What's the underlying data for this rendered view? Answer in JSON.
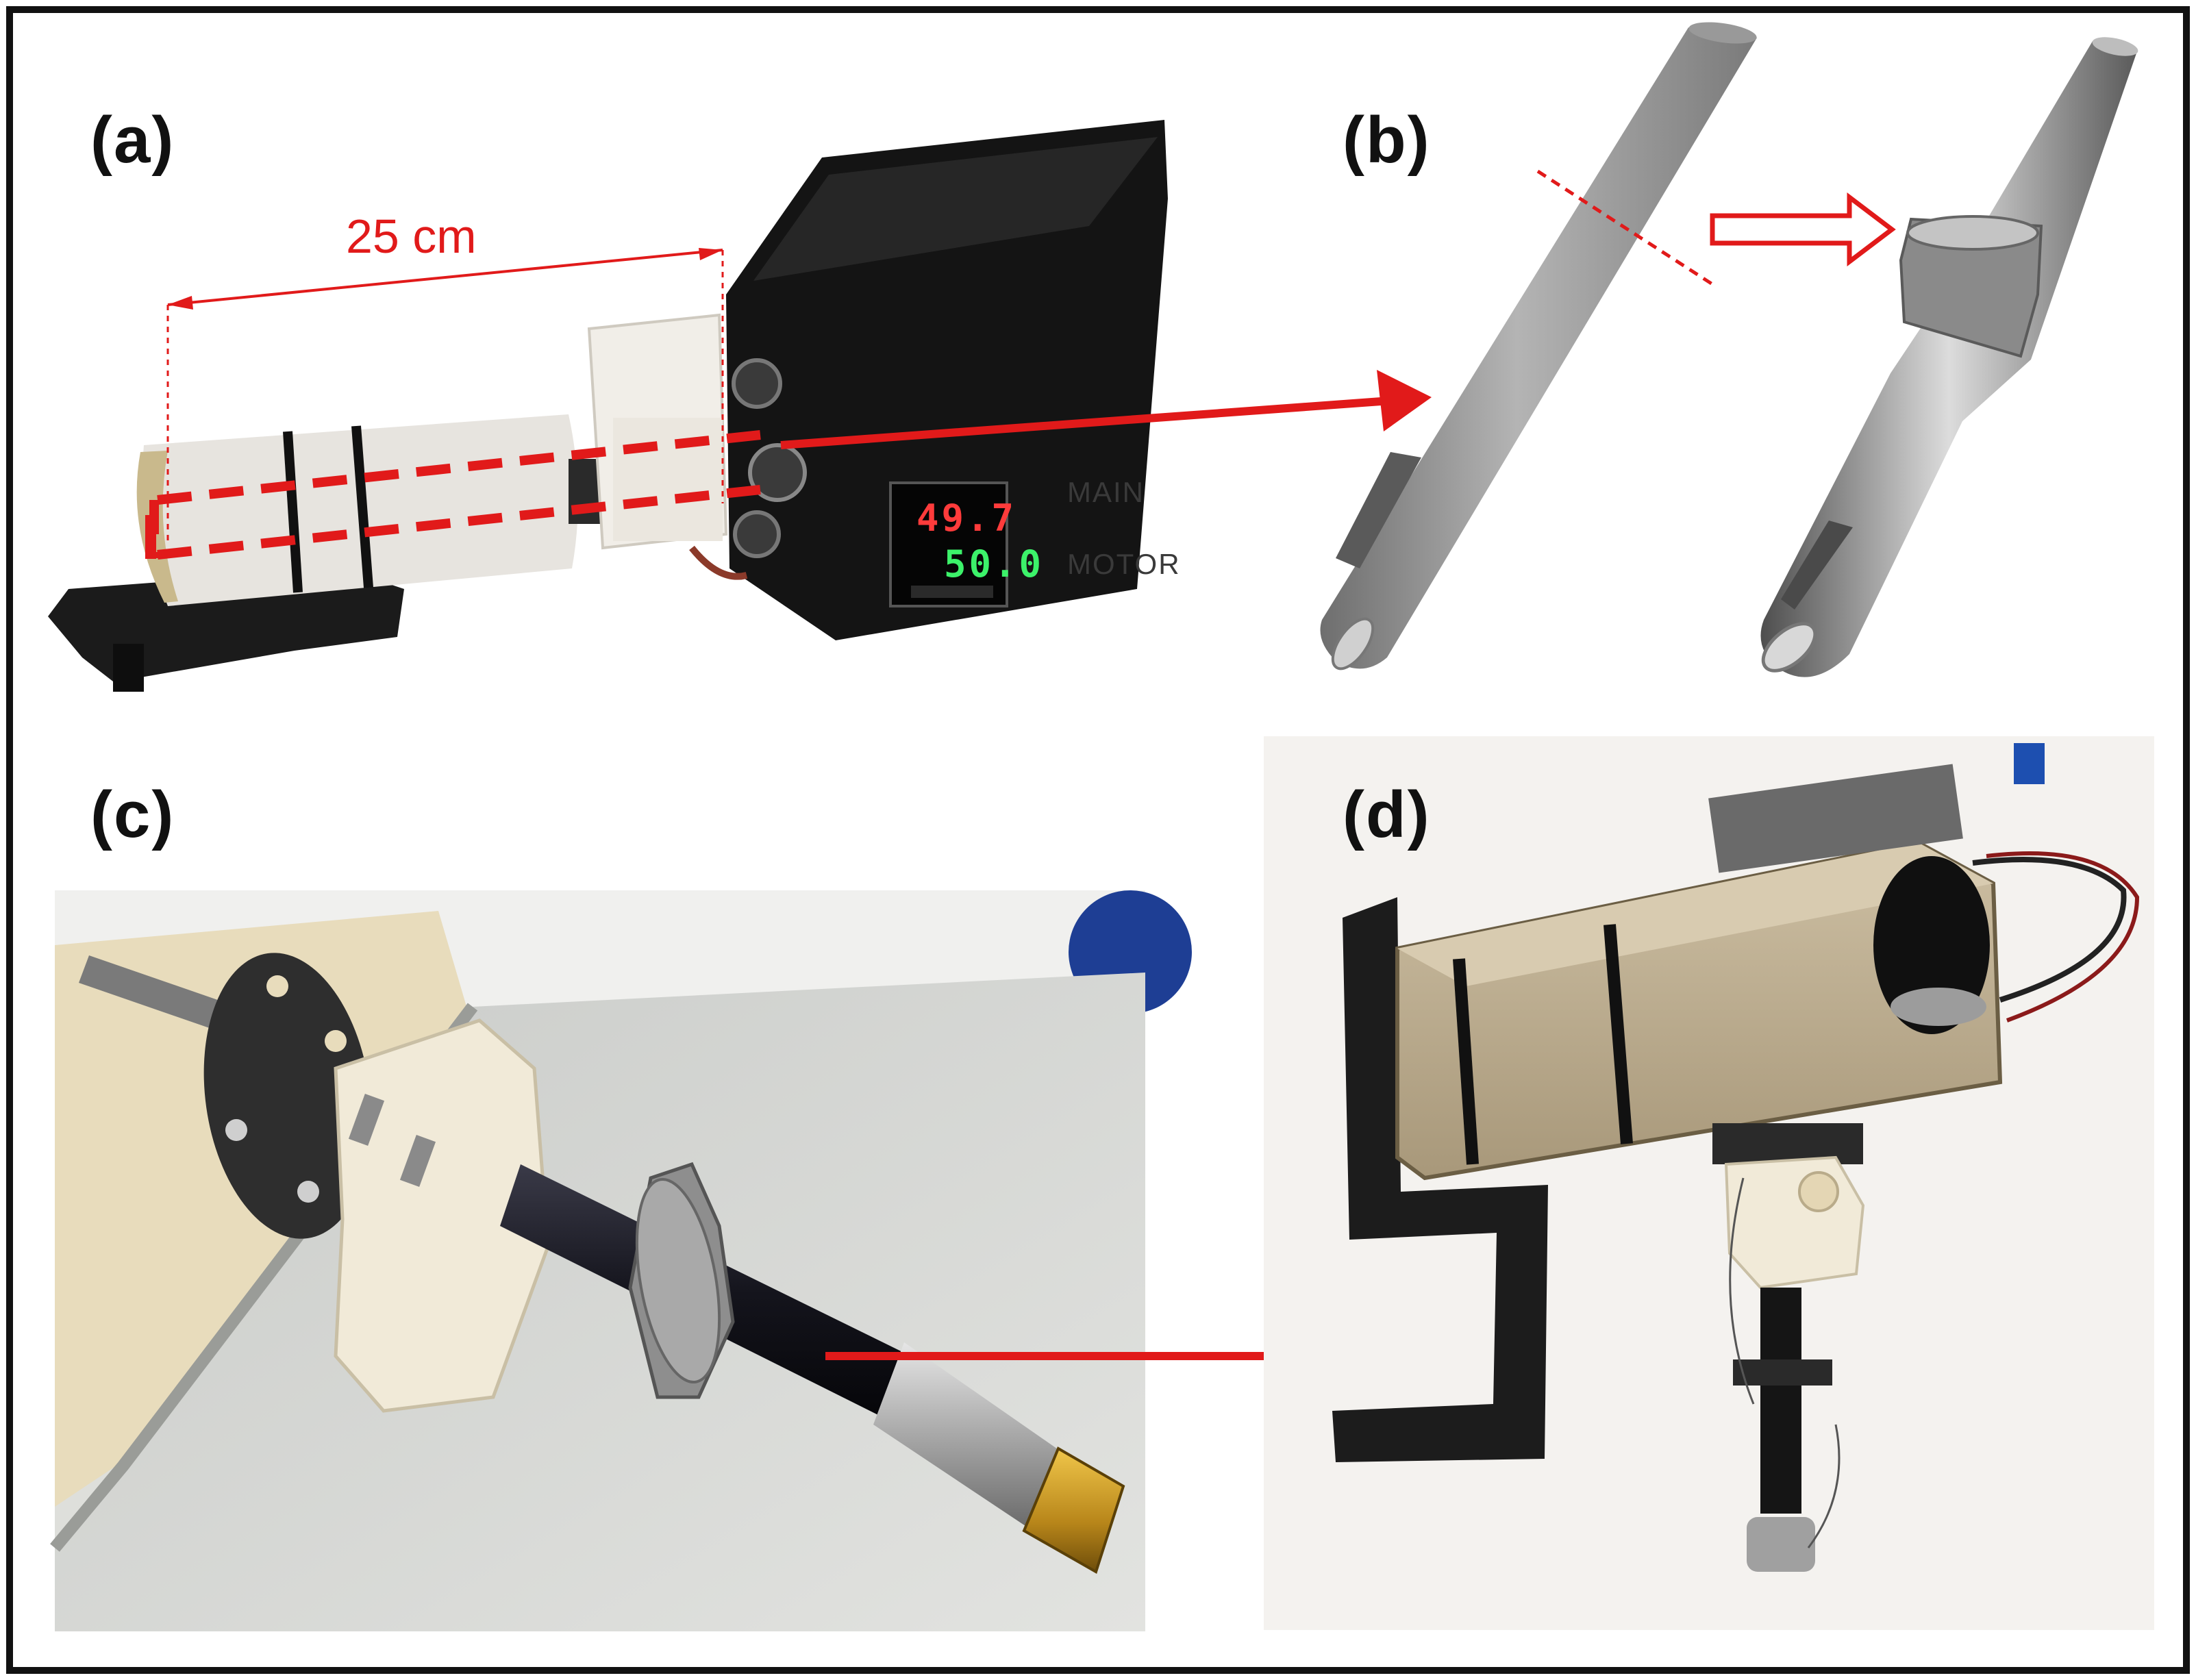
{
  "labels": {
    "a": "(a)",
    "b": "(b)",
    "c": "(c)",
    "d": "(d)"
  },
  "panel_a": {
    "dimension": "25 cm",
    "controller_display_top": "49.7",
    "controller_display_bottom": "50.0",
    "housing_tag_1": "MAIN",
    "housing_tag_2": "MOTOR"
  },
  "colors": {
    "annotation": "#e11a1a",
    "frame": "#111111",
    "housing": "#111111",
    "shaft_gray": "#8c8c8c",
    "ceramic": "#f1ead8",
    "background_c": "#dedfdb",
    "background_d": "#f4f2ef"
  }
}
